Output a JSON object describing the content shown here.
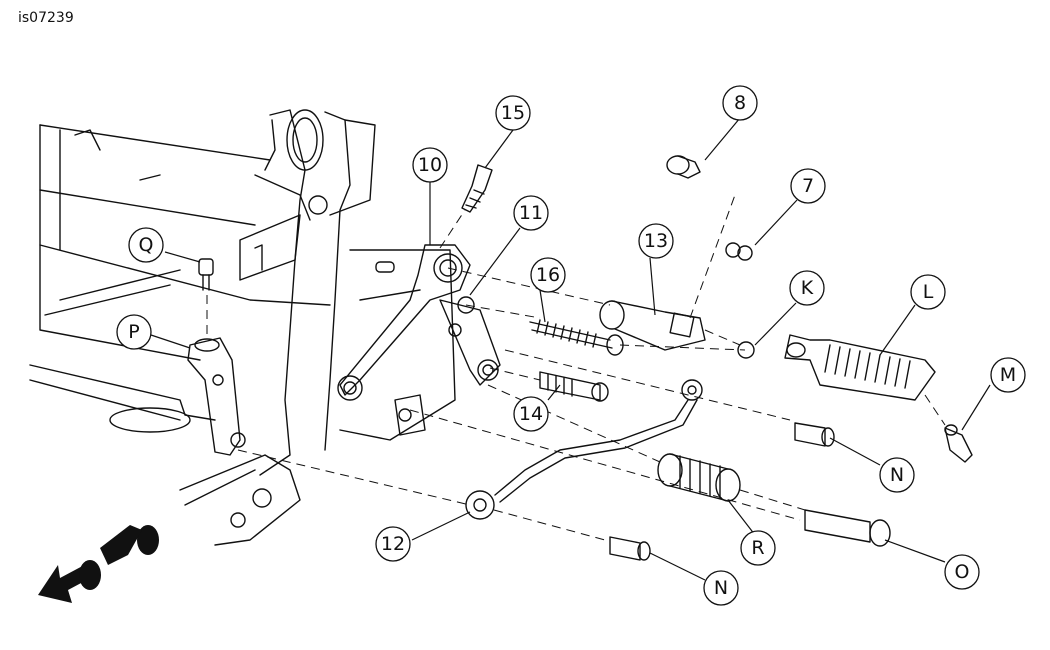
{
  "figure_id": "is07239",
  "callouts": [
    {
      "key": "c8",
      "label": "8"
    },
    {
      "key": "c15",
      "label": "15"
    },
    {
      "key": "c7",
      "label": "7"
    },
    {
      "key": "c10",
      "label": "10"
    },
    {
      "key": "c11",
      "label": "11"
    },
    {
      "key": "c13",
      "label": "13"
    },
    {
      "key": "cQ",
      "label": "Q"
    },
    {
      "key": "c16",
      "label": "16"
    },
    {
      "key": "cK",
      "label": "K"
    },
    {
      "key": "cL",
      "label": "L"
    },
    {
      "key": "cP",
      "label": "P"
    },
    {
      "key": "cM",
      "label": "M"
    },
    {
      "key": "c14",
      "label": "14"
    },
    {
      "key": "cN1",
      "label": "N"
    },
    {
      "key": "c12",
      "label": "12"
    },
    {
      "key": "cR",
      "label": "R"
    },
    {
      "key": "cO",
      "label": "O"
    },
    {
      "key": "cN2",
      "label": "N"
    }
  ]
}
